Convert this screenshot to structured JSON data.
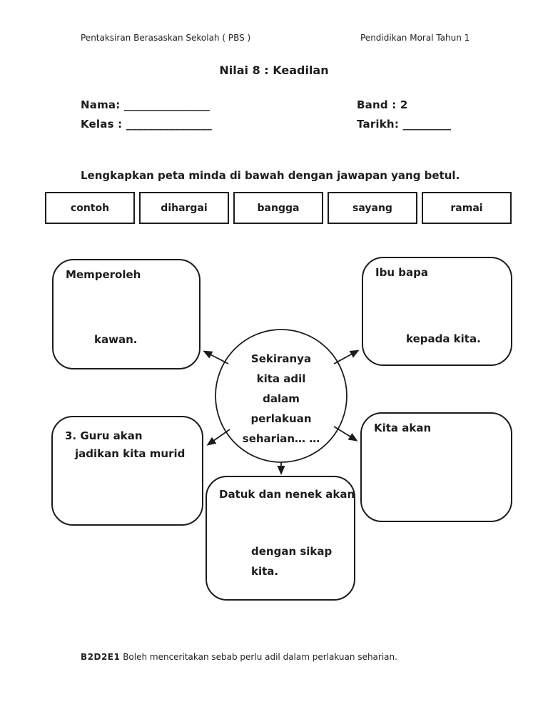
{
  "header": {
    "left": "Pentaksiran Berasaskan Sekolah ( PBS )",
    "right": "Pendidikan Moral Tahun 1"
  },
  "title": "Nilai 8 : Keadilan",
  "form": {
    "nama_label": "Nama:",
    "nama_line": "________________",
    "kelas_label": "Kelas :",
    "kelas_line": "________________",
    "band_label": "Band : 2",
    "tarikh_label": "Tarikh:",
    "tarikh_line": "_________"
  },
  "instruction": "Lengkapkan peta minda di bawah dengan jawapan yang betul.",
  "word_bank": [
    "contoh",
    "dihargai",
    "bangga",
    "sayang",
    "ramai"
  ],
  "mind_map": {
    "center": {
      "lines": [
        "Sekiranya",
        "kita adil",
        "dalam",
        "perlakuan",
        "seharian… …"
      ]
    },
    "boxes": {
      "memperoleh": {
        "label": "Memperoleh",
        "answer": "kawan."
      },
      "ibu_bapa": {
        "label": "Ibu bapa",
        "answer": "kepada kita."
      },
      "guru": {
        "line1": "3. Guru akan",
        "line2": "jadikan kita murid"
      },
      "kita_akan": {
        "label": "Kita akan"
      },
      "datuk": {
        "label": "Datuk dan nenek akan",
        "answer_line1": "dengan sikap",
        "answer_line2": "kita."
      }
    }
  },
  "footer": {
    "code": "B2D2E1",
    "text": "Boleh menceritakan sebab perlu adil dalam perlakuan seharian."
  },
  "colors": {
    "ink": "#1c1c1c",
    "background": "#ffffff"
  }
}
